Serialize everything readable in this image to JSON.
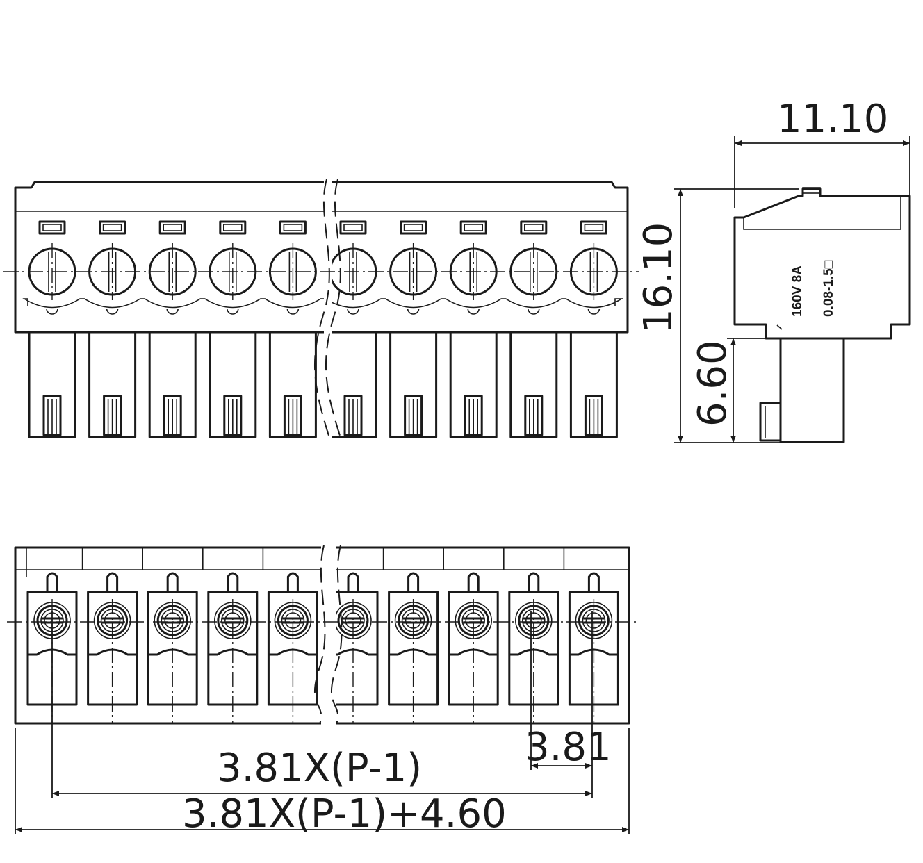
{
  "drawing": {
    "pole_count_drawn": 10,
    "dimensions": {
      "depth": "11.10",
      "height": "16.10",
      "pin_length": "6.60",
      "pitch": "3.81",
      "span_formula": "3.81X(P-1)",
      "total_length_formula": "3.81X(P-1)+4.60"
    },
    "side_label": {
      "rating": "160V  8A",
      "wire_range": "0.08-1.5□"
    }
  }
}
